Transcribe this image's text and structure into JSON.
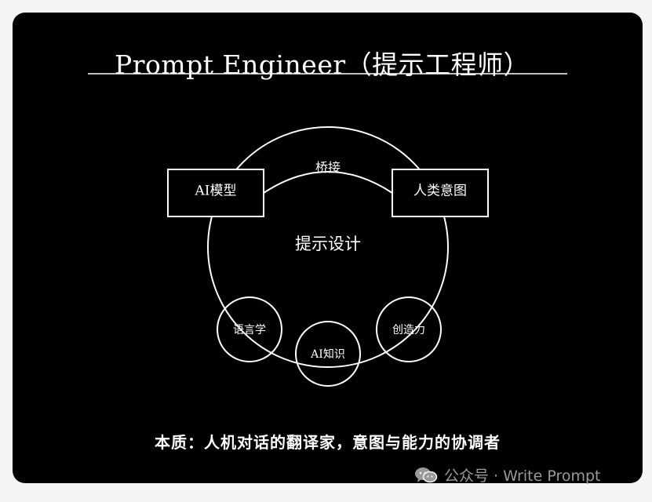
{
  "title": "Prompt Engineer（提示工程师）",
  "nodes": {
    "ai_model": "AI模型",
    "human_intent": "人类意图",
    "bridge": "桥接",
    "center": "提示设计",
    "linguistics": "语言学",
    "ai_knowledge": "AI知识",
    "creativity": "创造力"
  },
  "summary": "本质：人机对话的翻译家，意图与能力的协调者",
  "watermark": {
    "text": "公众号 · Write Prompt",
    "icon": "wechat-icon"
  },
  "colors": {
    "background": "#000000",
    "foreground": "#ffffff",
    "watermark": "#9a9a9a"
  }
}
